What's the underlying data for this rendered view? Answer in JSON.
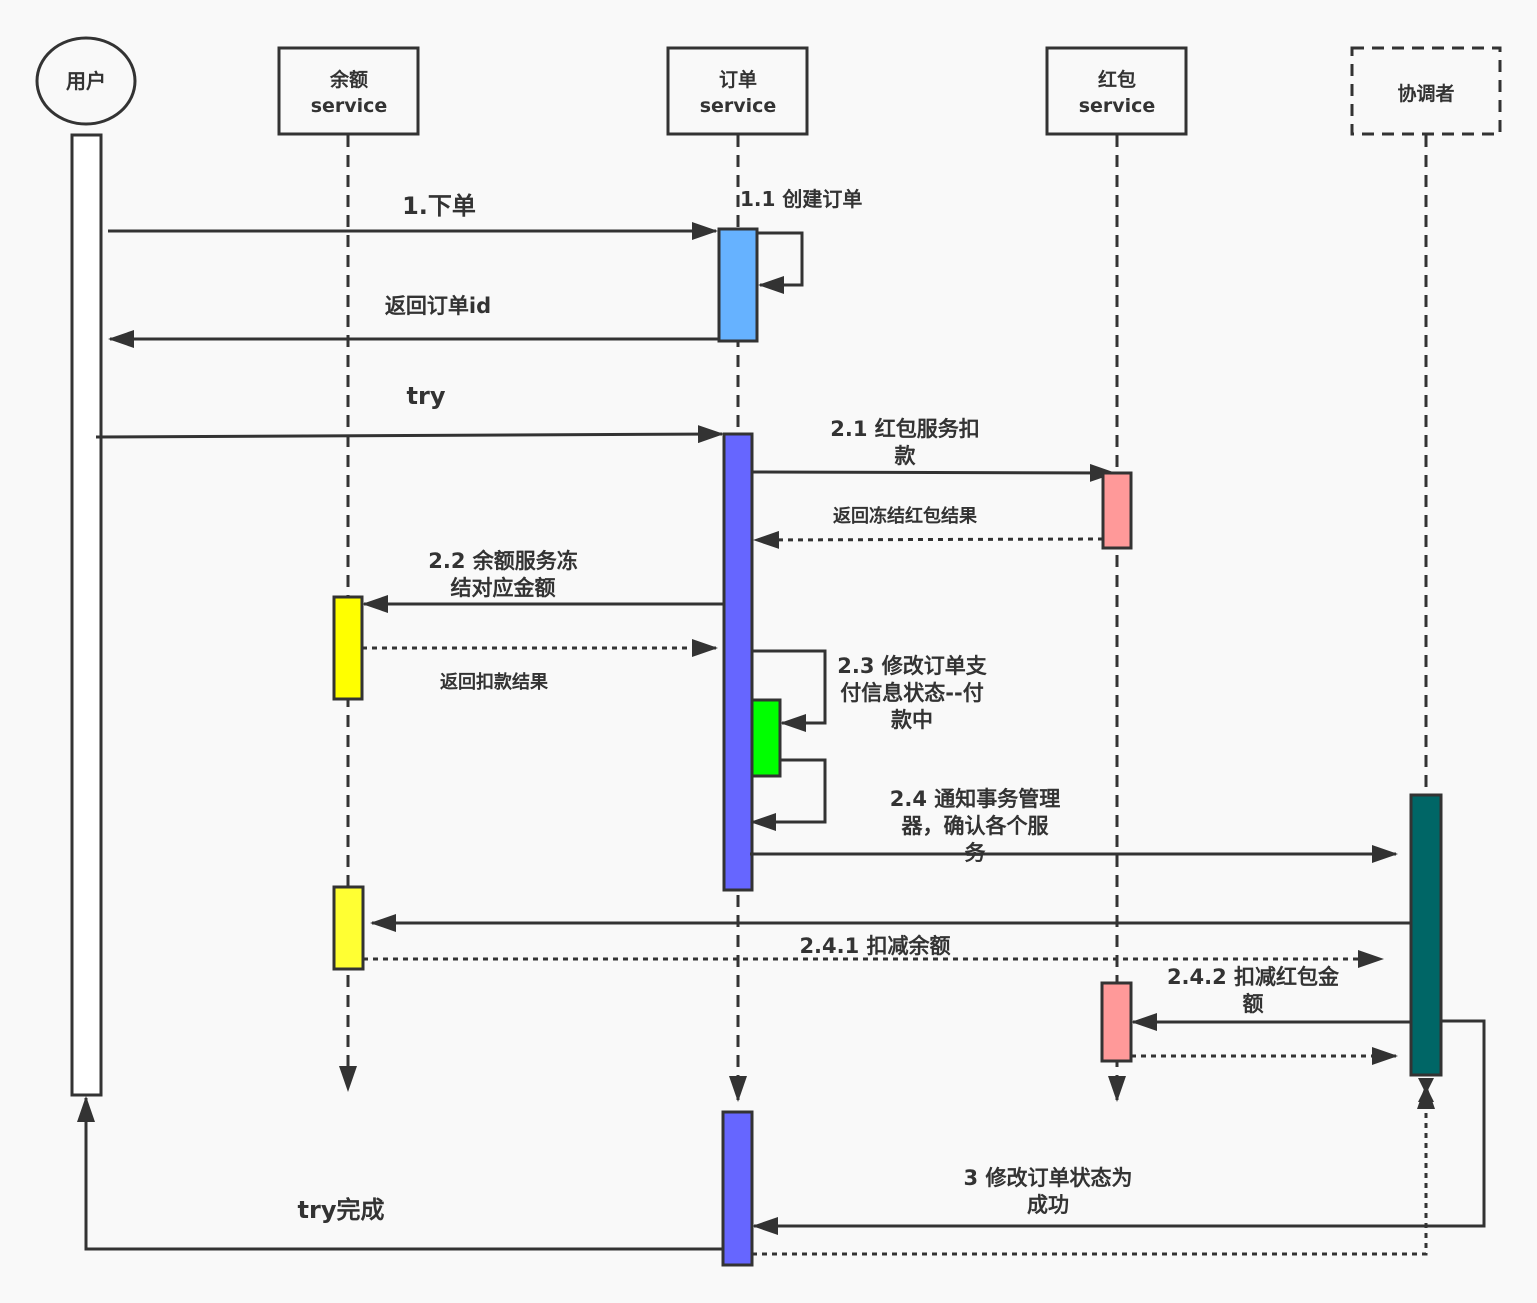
{
  "colors": {
    "stroke": "#333333",
    "background": "#f9f9f9",
    "order_create_bar": "#66b2ff",
    "order_bar": "#6666ff",
    "redpacket_bar": "#ff9999",
    "balance_bar": "#ffff00",
    "status_bar": "#00ff00",
    "coordinator_bar": "#006666",
    "user_bar": "#ffffff"
  },
  "participants": {
    "user": "用户",
    "balance": [
      "余额",
      "service"
    ],
    "order": [
      "订单",
      "service"
    ],
    "redpacket": [
      "红包",
      "service"
    ],
    "coordinator": "协调者"
  },
  "messages": {
    "m1": "1.下单",
    "m1_1": "1.1 创建订单",
    "m1_ret": "返回订单id",
    "try": "try",
    "m2_1": [
      "2.1 红包服务扣",
      "款"
    ],
    "m2_1_ret": "返回冻结红包结果",
    "m2_2": [
      "2.2 余额服务冻",
      "结对应金额"
    ],
    "m2_2_ret": "返回扣款结果",
    "m2_3": [
      "2.3 修改订单支",
      "付信息状态--付",
      "款中"
    ],
    "m2_4": [
      "2.4 通知事务管理",
      "器，确认各个服",
      "务"
    ],
    "m2_4_1": "2.4.1 扣减余额",
    "m2_4_2": [
      "2.4.2 扣减红包金",
      "额"
    ],
    "m3": [
      "3 修改订单状态为",
      "成功"
    ],
    "try_done": "try完成"
  }
}
